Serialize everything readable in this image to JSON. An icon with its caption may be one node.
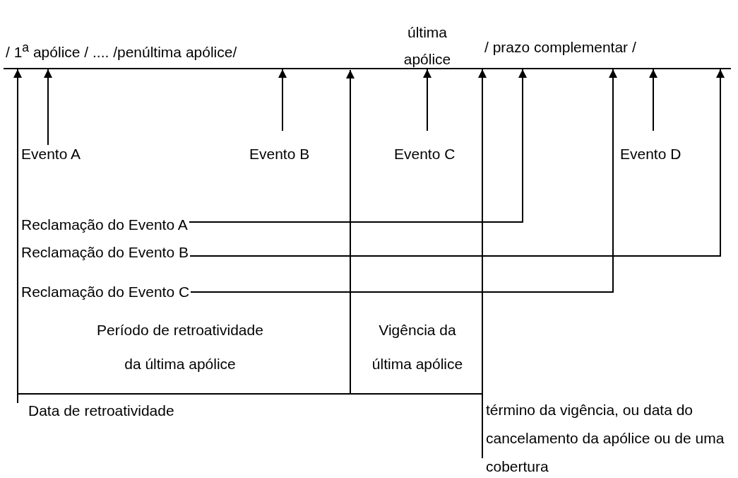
{
  "diagram": {
    "nodes": [
      {
        "text": [
          "Evento A"
        ]
      },
      {
        "text": [
          "Evento B"
        ]
      },
      {
        "text": [
          "Evento C"
        ]
      },
      {
        "text": [
          "Evento D"
        ]
      },
      {
        "text": [
          "Reclamação do Evento A"
        ]
      },
      {
        "text": [
          "Reclamação do Evento B"
        ]
      },
      {
        "text": [
          "Reclamação do Evento C"
        ]
      },
      {
        "text": [
          "Período de retroatividade da última apólice"
        ]
      },
      {
        "text": [
          "Vigência da última apólice"
        ]
      },
      {
        "text": [
          "Data de retroatividade"
        ]
      },
      {
        "text": [
          "término da vigência, ou data do cancelamento da apólice ou de uma cobertura"
        ]
      },
      {
        "text": [],
        "shape": "line"
      }
    ],
    "edges": [
      {
        "from": 0,
        "to": 11,
        "arrow": "to"
      },
      {
        "from": 1,
        "to": 11,
        "arrow": "to"
      },
      {
        "from": 2,
        "to": 11,
        "arrow": "to"
      },
      {
        "from": 3,
        "to": 11,
        "arrow": "to"
      },
      {
        "from": 4,
        "to": 11,
        "arrow": "to"
      },
      {
        "from": 5,
        "to": 11,
        "arrow": "to"
      },
      {
        "from": 6,
        "to": 11,
        "arrow": "to"
      },
      {
        "from": 9,
        "to": 11,
        "arrow": "to"
      },
      {
        "from": 10,
        "to": 11,
        "arrow": "to"
      }
    ],
    "labels": [
      "/ 1$^{a}$ apólice / .... /penúltima apólice/",
      "última apólice",
      "/ prazo complementar /"
    ]
  }
}
